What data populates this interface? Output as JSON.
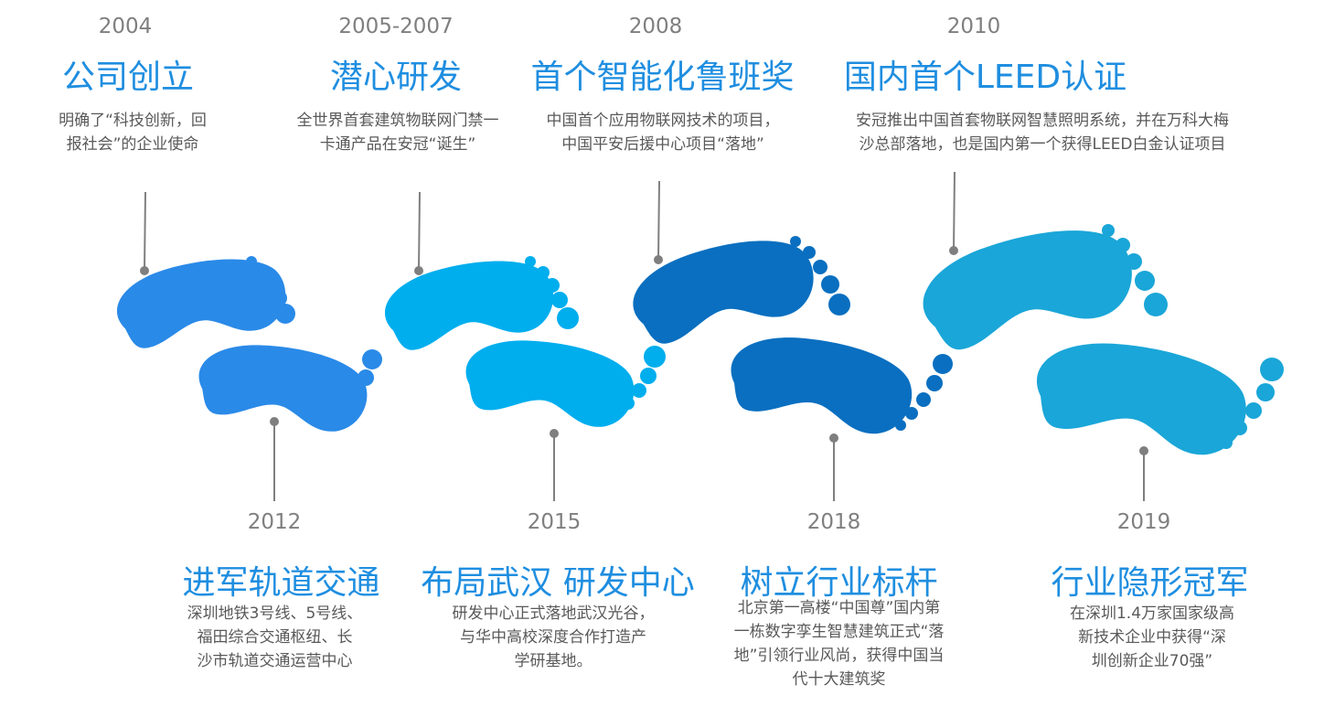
{
  "colors": {
    "year": "#7f7f7f",
    "title": "#1f8ee0",
    "desc": "#595959",
    "connector": "#7f7f7f",
    "foot_group_1": "#2a8ae8",
    "foot_group_2": "#00aeee",
    "foot_group_3": "#0a6fc0",
    "foot_group_4": "#1aa6d8"
  },
  "top_events": [
    {
      "year": "2004",
      "title": "公司创立",
      "desc": [
        "明确了“科技创新，回",
        "报社会”的企业使命"
      ]
    },
    {
      "year": "2005-2007",
      "title": "潜心研发",
      "desc": [
        "全世界首套建筑物联网门禁一",
        "卡通产品在安冠“诞生”"
      ]
    },
    {
      "year": "2008",
      "title": "首个智能化鲁班奖",
      "desc": [
        "中国首个应用物联网技术的项目，",
        "中国平安后援中心项目“落地”"
      ]
    },
    {
      "year": "2010",
      "title": "国内首个LEED认证",
      "desc": [
        "安冠推出中国首套物联网智慧照明系统，并在万科大梅",
        "沙总部落地，也是国内第一个获得LEED白金认证项目"
      ]
    }
  ],
  "bottom_events": [
    {
      "year": "2012",
      "title": "进军轨道交通",
      "desc": [
        "深圳地铁3号线、5号线、",
        "福田综合交通枢纽、长",
        "沙市轨道交通运营中心"
      ]
    },
    {
      "year": "2015",
      "title": "布局武汉 研发中心",
      "desc": [
        "研发中心正式落地武汉光谷，",
        "与华中高校深度合作打造产",
        "学研基地。"
      ]
    },
    {
      "year": "2018",
      "title": "树立行业标杆",
      "desc": [
        "北京第一高楼“中国尊”国内第",
        "一栋数字孪生智慧建筑正式“落",
        "地”引领行业风尚，获得中国当",
        "代十大建筑奖"
      ]
    },
    {
      "year": "2019",
      "title": "行业隐形冠军",
      "desc": [
        "在深圳1.4万家国家级高",
        "新技术企业中获得“深",
        "圳创新企业70强”"
      ]
    }
  ]
}
